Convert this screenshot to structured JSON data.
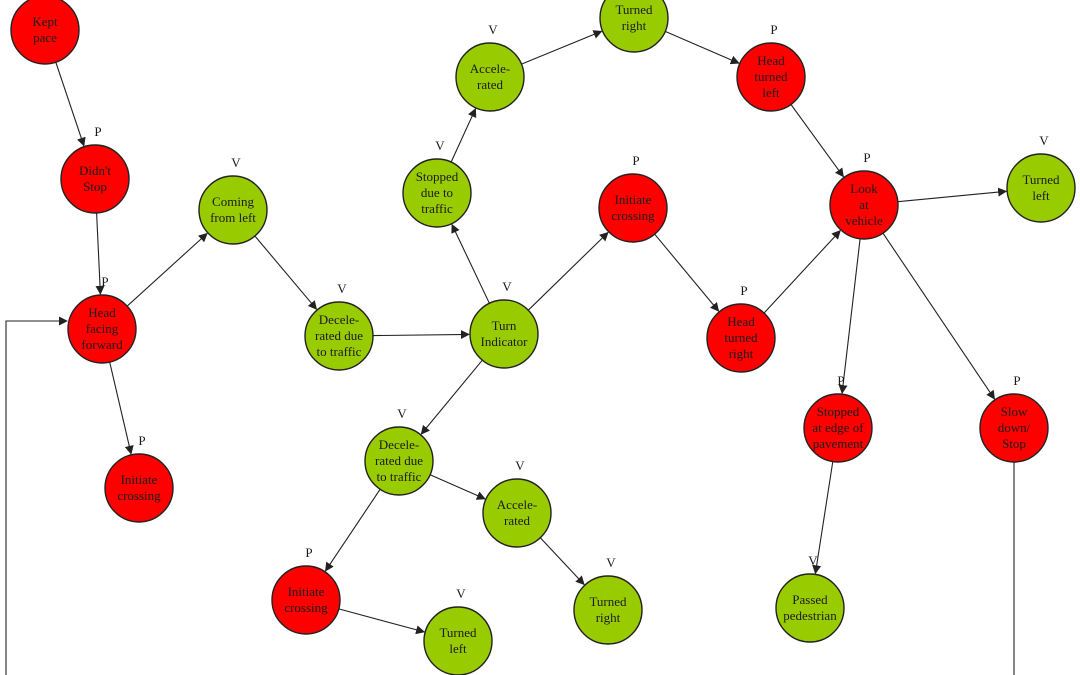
{
  "colors": {
    "P": "#ff0000",
    "V": "#99cc00",
    "edge": "#222222"
  },
  "nodes": [
    {
      "id": "kept-pace",
      "type": "P",
      "tag": "",
      "lines": [
        "Kept",
        "pace"
      ]
    },
    {
      "id": "didnt-stop",
      "type": "P",
      "tag": "P",
      "lines": [
        "Didn't",
        "Stop"
      ]
    },
    {
      "id": "head-facing-forward",
      "type": "P",
      "tag": "P",
      "lines": [
        "Head",
        "facing",
        "forward"
      ]
    },
    {
      "id": "initiate-crossing-1",
      "type": "P",
      "tag": "P",
      "lines": [
        "Initiate",
        "crossing"
      ]
    },
    {
      "id": "coming-from-left",
      "type": "V",
      "tag": "V",
      "lines": [
        "Coming",
        "from left"
      ]
    },
    {
      "id": "decelerated-1",
      "type": "V",
      "tag": "V",
      "lines": [
        "Decele-",
        "rated due",
        "to traffic"
      ]
    },
    {
      "id": "turn-indicator",
      "type": "V",
      "tag": "V",
      "lines": [
        "Turn",
        "Indicator"
      ]
    },
    {
      "id": "stopped-due-to-traffic",
      "type": "V",
      "tag": "V",
      "lines": [
        "Stopped",
        "due to",
        "traffic"
      ]
    },
    {
      "id": "accelerated-1",
      "type": "V",
      "tag": "V",
      "lines": [
        "Accele-",
        "rated"
      ]
    },
    {
      "id": "turned-right-1",
      "type": "V",
      "tag": "",
      "lines": [
        "Turned",
        "right"
      ]
    },
    {
      "id": "head-turned-left",
      "type": "P",
      "tag": "P",
      "lines": [
        "Head",
        "turned",
        "left"
      ]
    },
    {
      "id": "initiate-crossing-2",
      "type": "P",
      "tag": "P",
      "lines": [
        "Initiate",
        "crossing"
      ]
    },
    {
      "id": "head-turned-right",
      "type": "P",
      "tag": "P",
      "lines": [
        "Head",
        "turned",
        "right"
      ]
    },
    {
      "id": "look-at-vehicle",
      "type": "P",
      "tag": "P",
      "lines": [
        "Look",
        "at",
        "vehicle"
      ]
    },
    {
      "id": "turned-left-1",
      "type": "V",
      "tag": "V",
      "lines": [
        "Turned",
        "left"
      ]
    },
    {
      "id": "stopped-at-edge",
      "type": "P",
      "tag": "P",
      "lines": [
        "Stopped",
        "at edge of",
        "pavement"
      ]
    },
    {
      "id": "slow-down-stop",
      "type": "P",
      "tag": "P",
      "lines": [
        "Slow",
        "down/",
        "Stop"
      ]
    },
    {
      "id": "passed-pedestrian",
      "type": "V",
      "tag": "V",
      "lines": [
        "Passed",
        "pedestrian"
      ]
    },
    {
      "id": "decelerated-2",
      "type": "V",
      "tag": "V",
      "lines": [
        "Decele-",
        "rated due",
        "to traffic"
      ]
    },
    {
      "id": "accelerated-2",
      "type": "V",
      "tag": "V",
      "lines": [
        "Accele-",
        "rated"
      ]
    },
    {
      "id": "turned-right-2",
      "type": "V",
      "tag": "V",
      "lines": [
        "Turned",
        "right"
      ]
    },
    {
      "id": "initiate-crossing-3",
      "type": "P",
      "tag": "P",
      "lines": [
        "Initiate",
        "crossing"
      ]
    },
    {
      "id": "turned-left-2",
      "type": "V",
      "tag": "V",
      "lines": [
        "Turned",
        "left"
      ]
    }
  ],
  "edges": [
    {
      "from": "kept-pace",
      "to": "didnt-stop"
    },
    {
      "from": "didnt-stop",
      "to": "head-facing-forward"
    },
    {
      "from": "head-facing-forward",
      "to": "coming-from-left"
    },
    {
      "from": "head-facing-forward",
      "to": "initiate-crossing-1"
    },
    {
      "from": "coming-from-left",
      "to": "decelerated-1"
    },
    {
      "from": "decelerated-1",
      "to": "turn-indicator"
    },
    {
      "from": "turn-indicator",
      "to": "stopped-due-to-traffic"
    },
    {
      "from": "stopped-due-to-traffic",
      "to": "accelerated-1"
    },
    {
      "from": "accelerated-1",
      "to": "turned-right-1"
    },
    {
      "from": "turned-right-1",
      "to": "head-turned-left"
    },
    {
      "from": "head-turned-left",
      "to": "look-at-vehicle"
    },
    {
      "from": "turn-indicator",
      "to": "initiate-crossing-2"
    },
    {
      "from": "initiate-crossing-2",
      "to": "head-turned-right"
    },
    {
      "from": "head-turned-right",
      "to": "look-at-vehicle"
    },
    {
      "from": "look-at-vehicle",
      "to": "turned-left-1"
    },
    {
      "from": "look-at-vehicle",
      "to": "stopped-at-edge"
    },
    {
      "from": "look-at-vehicle",
      "to": "slow-down-stop"
    },
    {
      "from": "stopped-at-edge",
      "to": "passed-pedestrian"
    },
    {
      "from": "turn-indicator",
      "to": "decelerated-2"
    },
    {
      "from": "decelerated-2",
      "to": "accelerated-2"
    },
    {
      "from": "accelerated-2",
      "to": "turned-right-2"
    },
    {
      "from": "decelerated-2",
      "to": "initiate-crossing-3"
    },
    {
      "from": "initiate-crossing-3",
      "to": "turned-left-2"
    }
  ],
  "loop_edges": [
    {
      "id": "loop-into-head-facing-forward",
      "to": "head-facing-forward"
    },
    {
      "id": "loop-out-of-slow-down-stop",
      "from": "slow-down-stop"
    }
  ]
}
